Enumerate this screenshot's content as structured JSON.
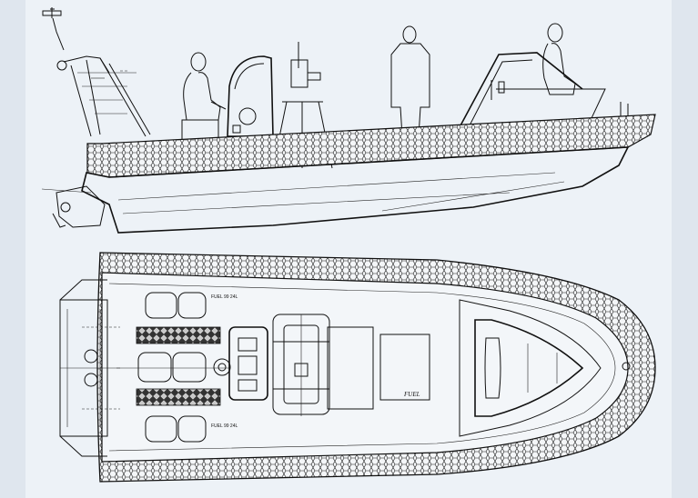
{
  "drawing": {
    "fuel_tank_label": "FUEL",
    "fuel_capacity_label_upper": "FUEL 99 24L",
    "fuel_capacity_label_lower": "FUEL 99 24L"
  },
  "colors": {
    "background_outer": "#dfe6ee",
    "sheet": "#edf2f7",
    "line": "#111111",
    "grip_pattern": "#1a1a1a"
  }
}
